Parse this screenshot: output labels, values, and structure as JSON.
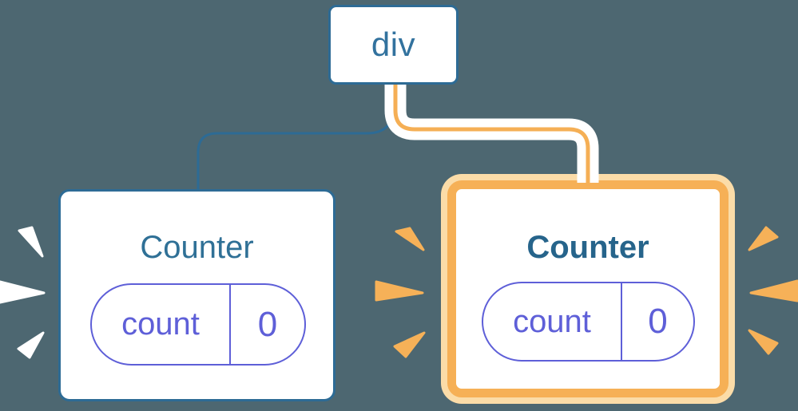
{
  "diagram": {
    "root": {
      "label": "div"
    },
    "children": [
      {
        "title": "Counter",
        "state": {
          "key": "count",
          "value": "0"
        },
        "highlighted": false
      },
      {
        "title": "Counter",
        "state": {
          "key": "count",
          "value": "0"
        },
        "highlighted": true
      }
    ]
  },
  "colors": {
    "page_bg": "#4D6771",
    "blue_border": "#2D6B95",
    "blue_text": "#32729E",
    "title_blue": "#2F7096",
    "title_blue_active": "#26648B",
    "purple": "#5E5FD8",
    "orange_strong": "#F6B056",
    "orange_pale": "#FBDCA8",
    "connector_orange": "#F5AF55",
    "casing": "#FFFFFF",
    "spark_white": "#FFFFFF",
    "spark_orange": "#F6B158",
    "card_bg": "#FFFFFF"
  }
}
